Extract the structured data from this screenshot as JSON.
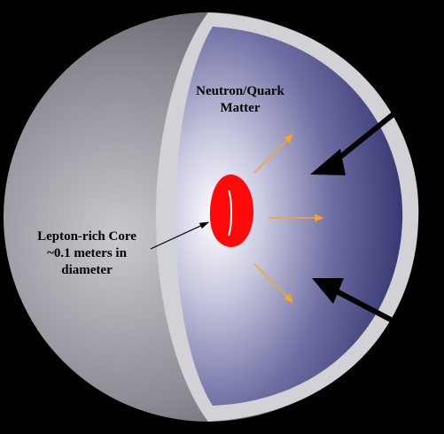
{
  "diagram": {
    "labels": {
      "matter_line1": "Neutron/Quark",
      "matter_line2": "Matter",
      "core_line1": "Lepton-rich Core",
      "core_line2": "~0.1 meters in",
      "core_line3": "diameter"
    },
    "colors": {
      "background": "#000000",
      "sphere_outer": "#6e6f78",
      "sphere_highlight": "#c6c7cc",
      "shell": "#d0d0d4",
      "interior_center": "#ffffff",
      "interior_edge": "#3a3a78",
      "core": "#ff0000",
      "outward_arrows": "#f5a623",
      "inward_arrows": "#000000"
    }
  }
}
